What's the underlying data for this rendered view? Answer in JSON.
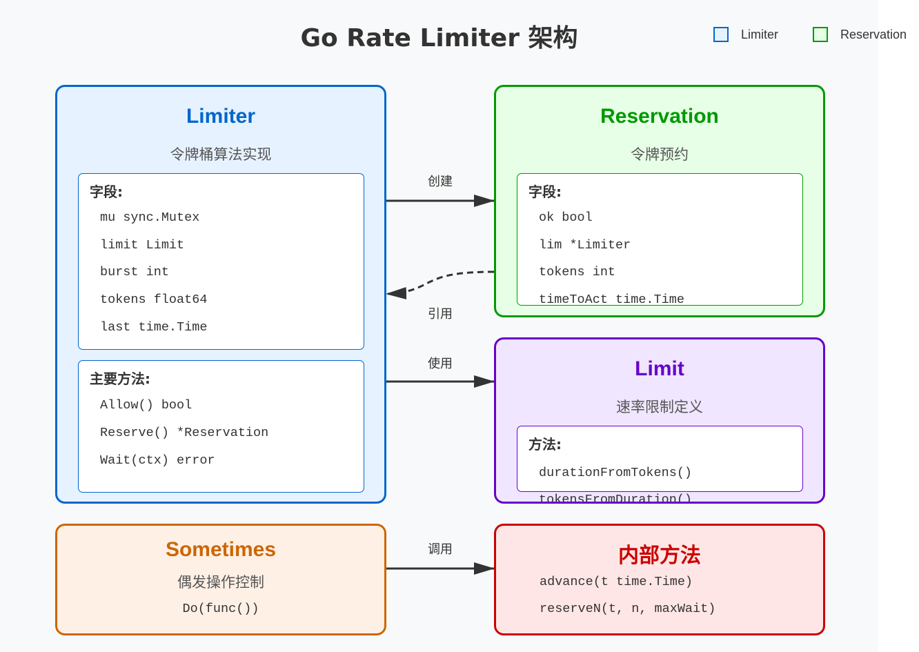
{
  "title": "Go Rate Limiter 架构",
  "legend": [
    {
      "label": "Limiter",
      "fill": "#e6f2ff",
      "stroke": "#0066cc"
    },
    {
      "label": "Reservation",
      "fill": "#e6ffe6",
      "stroke": "#009900"
    }
  ],
  "colors": {
    "limiter": {
      "fill": "#e6f2ff",
      "stroke": "#0066cc"
    },
    "reservation": {
      "fill": "#e6ffe6",
      "stroke": "#009900"
    },
    "limit": {
      "fill": "#f0e6ff",
      "stroke": "#6600cc"
    },
    "sometimes": {
      "fill": "#fff0e6",
      "stroke": "#cc6600"
    },
    "internal": {
      "fill": "#ffe6e6",
      "stroke": "#cc0000"
    }
  },
  "nodes": {
    "limiter": {
      "title": "Limiter",
      "subtitle": "令牌桶算法实现",
      "fields_heading": "字段:",
      "fields": [
        "mu sync.Mutex",
        "limit Limit",
        "burst int",
        "tokens float64",
        "last time.Time"
      ],
      "methods_heading": "主要方法:",
      "methods": [
        "Allow() bool",
        "Reserve() *Reservation",
        "Wait(ctx) error"
      ]
    },
    "reservation": {
      "title": "Reservation",
      "subtitle": "令牌预约",
      "fields_heading": "字段:",
      "fields": [
        "ok bool",
        "lim *Limiter",
        "tokens int",
        "timeToAct time.Time"
      ]
    },
    "limit": {
      "title": "Limit",
      "subtitle": "速率限制定义",
      "methods_heading": "方法:",
      "methods": [
        "durationFromTokens()",
        "tokensFromDuration()"
      ]
    },
    "sometimes": {
      "title": "Sometimes",
      "subtitle": "偶发操作控制",
      "methods": [
        "Do(func())"
      ]
    },
    "internal": {
      "title": "内部方法",
      "methods": [
        "advance(t time.Time)",
        "reserveN(t, n, maxWait)"
      ]
    }
  },
  "edges": [
    {
      "label": "创建",
      "from": "Limiter",
      "to": "Reservation",
      "style": "solid"
    },
    {
      "label": "引用",
      "from": "Reservation",
      "to": "Limiter",
      "style": "dashed"
    },
    {
      "label": "使用",
      "from": "Limiter",
      "to": "Limit",
      "style": "solid"
    },
    {
      "label": "调用",
      "from": "Sometimes",
      "to": "内部方法",
      "style": "solid"
    }
  ]
}
